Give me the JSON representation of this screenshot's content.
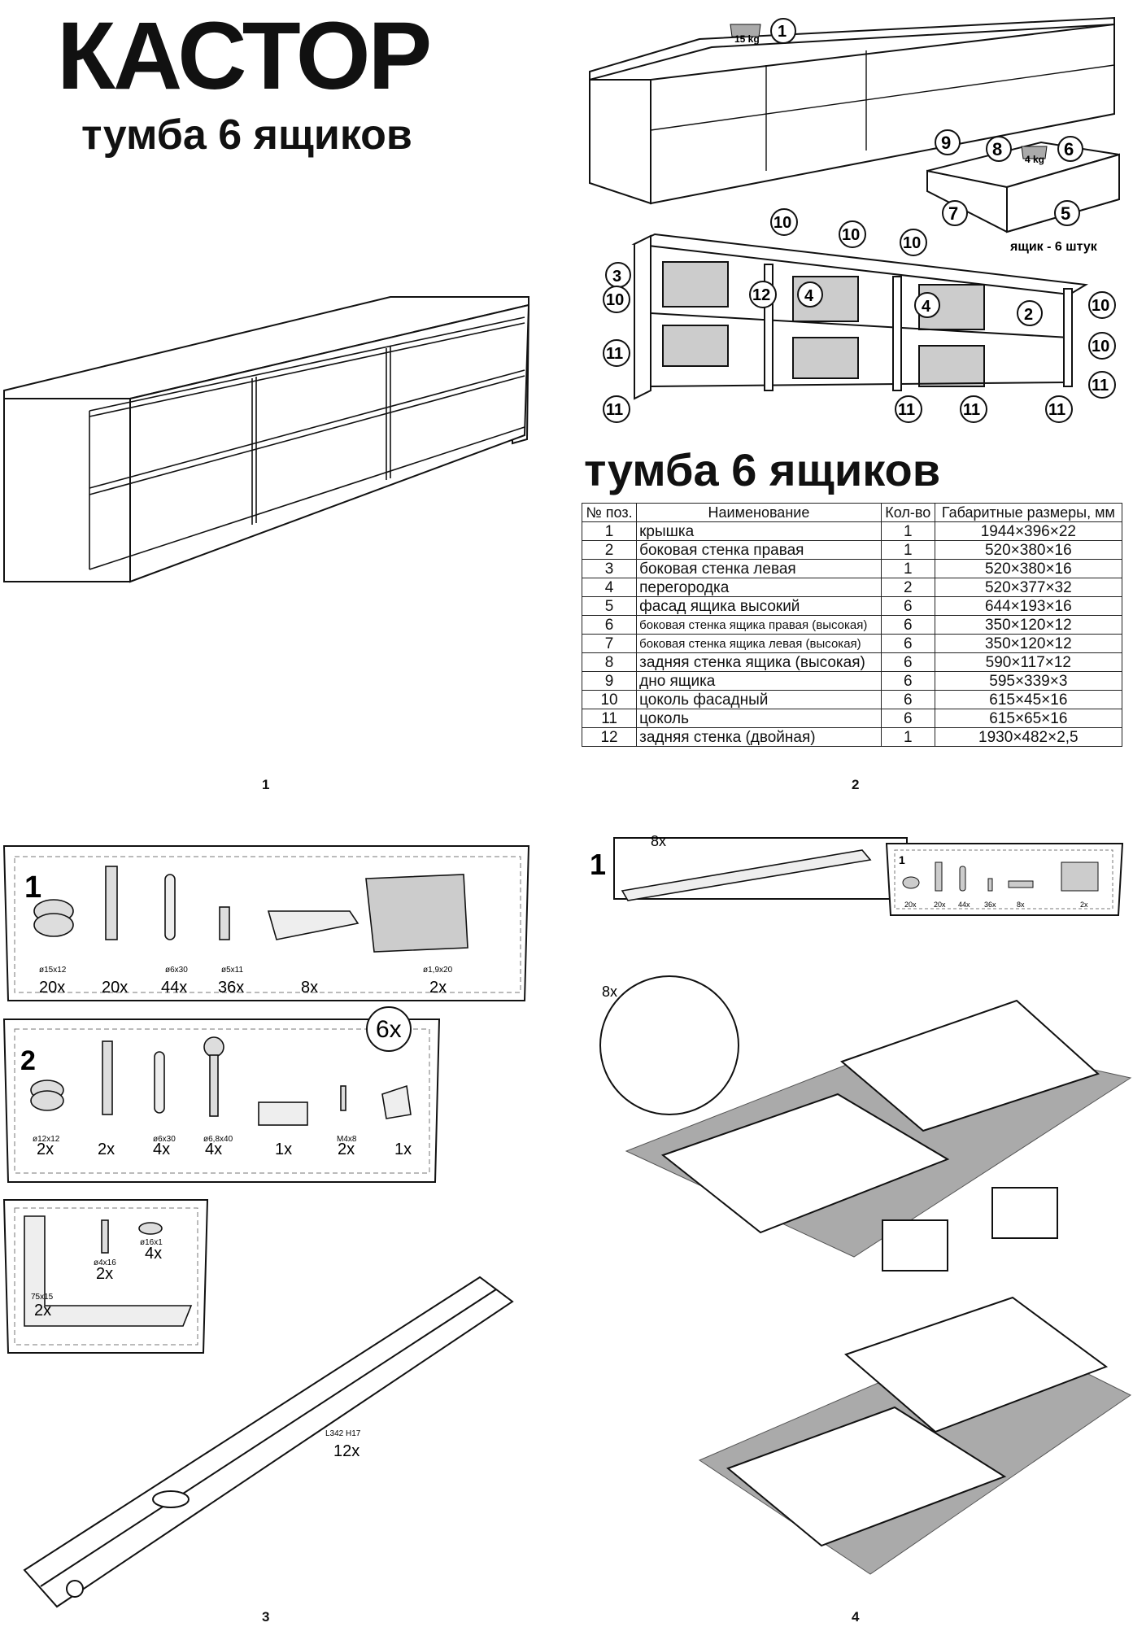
{
  "page1": {
    "brand": "КАСТОР",
    "subtitle": "тумба 6 ящиков",
    "page_number": "1"
  },
  "page2": {
    "weight_top": "15 kg",
    "weight_drawer": "4 kg",
    "drawer_note": "ящик - 6 штук",
    "callouts_top": [
      "1"
    ],
    "callouts_drawer": [
      "9",
      "8",
      "6",
      "7",
      "5"
    ],
    "callouts_frame": [
      "10",
      "10",
      "10",
      "3",
      "10",
      "12",
      "4",
      "4",
      "2",
      "10",
      "10",
      "11",
      "11",
      "11",
      "11",
      "11",
      "11"
    ],
    "section_title": "тумба 6 ящиков",
    "table_headers": [
      "№ поз.",
      "Наименование",
      "Кол-во",
      "Габаритные размеры, мм"
    ],
    "parts": [
      {
        "pos": "1",
        "name": "крышка",
        "qty": "1",
        "size": "1944×396×22"
      },
      {
        "pos": "2",
        "name": "боковая стенка правая",
        "qty": "1",
        "size": "520×380×16"
      },
      {
        "pos": "3",
        "name": "боковая стенка левая",
        "qty": "1",
        "size": "520×380×16"
      },
      {
        "pos": "4",
        "name": "перегородка",
        "qty": "2",
        "size": "520×377×32"
      },
      {
        "pos": "5",
        "name": "фасад ящика высокий",
        "qty": "6",
        "size": "644×193×16"
      },
      {
        "pos": "6",
        "name": "боковая стенка ящика правая (высокая)",
        "qty": "6",
        "size": "350×120×12",
        "small": true
      },
      {
        "pos": "7",
        "name": "боковая стенка ящика левая (высокая)",
        "qty": "6",
        "size": "350×120×12",
        "small": true
      },
      {
        "pos": "8",
        "name": "задняя стенка ящика (высокая)",
        "qty": "6",
        "size": "590×117×12"
      },
      {
        "pos": "9",
        "name": "дно ящика",
        "qty": "6",
        "size": "595×339×3"
      },
      {
        "pos": "10",
        "name": "цоколь фасадный",
        "qty": "6",
        "size": "615×45×16"
      },
      {
        "pos": "11",
        "name": "цоколь",
        "qty": "6",
        "size": "615×65×16"
      },
      {
        "pos": "12",
        "name": "задняя стенка (двойная)",
        "qty": "1",
        "size": "1930×482×2,5"
      }
    ],
    "page_number": "2"
  },
  "page3": {
    "set1": {
      "label": "1",
      "items": [
        {
          "spec": "ø15x12",
          "qty": "20x",
          "icon": "cam-lock-icon"
        },
        {
          "spec": "",
          "qty": "20x",
          "icon": "cam-bolt-icon"
        },
        {
          "spec": "ø6x30",
          "qty": "44x",
          "icon": "wood-dowel-icon"
        },
        {
          "spec": "ø5x11",
          "qty": "36x",
          "icon": "screw-icon"
        },
        {
          "spec": "",
          "qty": "8x",
          "icon": "handle-icon"
        },
        {
          "spec": "ø1,9x20",
          "qty": "2x",
          "icon": "nail-bag-icon"
        }
      ]
    },
    "set2": {
      "label": "2",
      "multiplier": "6x",
      "items": [
        {
          "spec": "ø12x12",
          "qty": "2x",
          "icon": "cam-lock-icon"
        },
        {
          "spec": "",
          "qty": "2x",
          "icon": "cam-bolt-icon"
        },
        {
          "spec": "ø6x30",
          "qty": "4x",
          "icon": "wood-dowel-icon"
        },
        {
          "spec": "ø6,8x40",
          "qty": "4x",
          "icon": "long-screw-icon"
        },
        {
          "spec": "",
          "qty": "1x",
          "icon": "felt-pad-icon"
        },
        {
          "spec": "M4x8",
          "qty": "2x",
          "icon": "machine-screw-icon"
        },
        {
          "spec": "",
          "qty": "1x",
          "icon": "corner-block-icon"
        }
      ]
    },
    "set3": {
      "items": [
        {
          "spec": "75x15",
          "qty": "2x",
          "icon": "angle-bracket-icon"
        },
        {
          "spec": "ø4x16",
          "qty": "2x",
          "icon": "screw-icon"
        },
        {
          "spec": "ø16x1",
          "qty": "4x",
          "icon": "washer-icon"
        }
      ]
    },
    "rail": {
      "spec": "L342 H17",
      "qty": "12x"
    },
    "page_number": "3"
  },
  "page4": {
    "step1": "1",
    "rail_count": "8x",
    "mini_set": {
      "label": "1",
      "qtys": [
        "20x",
        "20x",
        "44x",
        "36x",
        "8x",
        "2x"
      ]
    },
    "detail_count": "8x",
    "page_number": "4"
  }
}
